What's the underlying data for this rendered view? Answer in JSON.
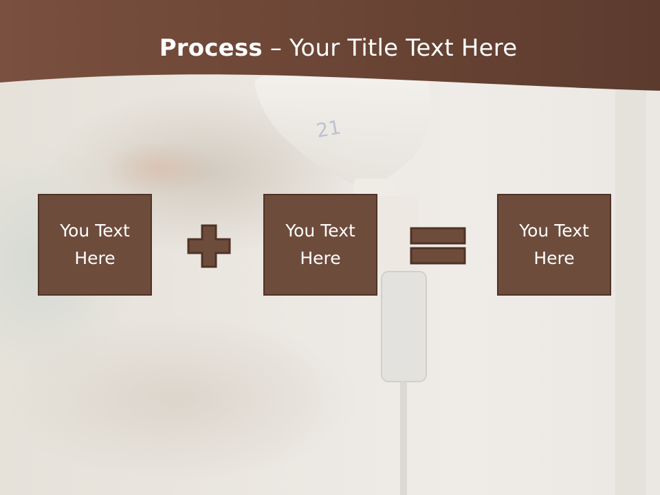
{
  "slide": {
    "title_bold": "Process",
    "title_rest": " – Your Title Text Here",
    "boxes": [
      {
        "text": "You Text\nHere"
      },
      {
        "text": "You Text\nHere"
      },
      {
        "text": "You Text\nHere"
      }
    ]
  },
  "colors": {
    "header_brown": "#6b4535",
    "box_fill": "#6e4c3c",
    "box_border": "#4f3225",
    "text": "#ffffff"
  }
}
